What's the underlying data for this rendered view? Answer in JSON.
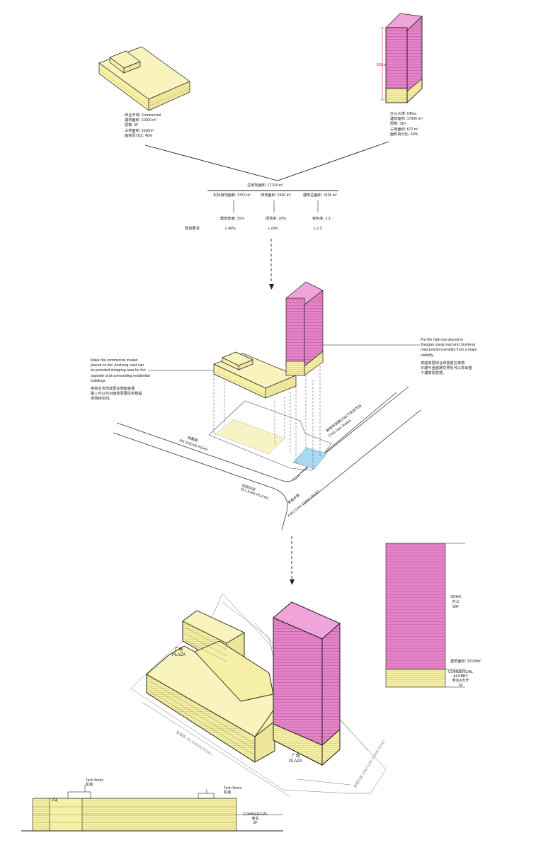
{
  "colors": {
    "commercial": "#f6f0a6",
    "office": "#e583c8",
    "green": "#f3f3c0",
    "shadow_blue": "#a9d9f1",
    "line": "#1f1f1f"
  },
  "step1": {
    "commercial": {
      "title": "商业市场: Commercial",
      "area": "建筑面积: 11000 m²",
      "floors": "层数: 4F",
      "land": "占地面积: 3100m²",
      "ratio": "面积百分比: 40%"
    },
    "office": {
      "height_label": "100m",
      "title": "办公大楼: Office",
      "area": "建筑面积: 17000 m²",
      "floors": "层数: 31F",
      "land": "占地面积: 672 m²",
      "ratio": "面积百分比: 60%"
    }
  },
  "stats": {
    "total": "总用地面积: 12104 m²",
    "cols": [
      {
        "top": "实际用地面积: 3762 m²",
        "mid": "建筑密度: 31%",
        "req": "≤ 40%"
      },
      {
        "top": "绿地面积: 2436 m²",
        "mid": "绿地率: 20%",
        "req": "≥ 20%"
      },
      {
        "top": "建筑总面积: 2436 m²",
        "mid": "容积率: 2.3",
        "req": "≤ 2.3"
      }
    ],
    "req_label": "规划要求:"
  },
  "step2": {
    "left_note_en": [
      "Make the commercial market",
      "placed on the Jinsheng road can",
      "be provided shopping area for the",
      "opposite and surrounding residential",
      "buildings."
    ],
    "left_note_cn": [
      "将商业市场放置在侧面金盛",
      "路上可以为对面和周围住宅楼提",
      "供购物空间。"
    ],
    "right_note_en": [
      "Put the high-rise placed in",
      "Xiaogan xiang road and Jinsheng",
      "road junction,benefits from a major",
      "visibility."
    ],
    "right_note_cn": [
      "将超高层综合体放置在孝感",
      "乡路与金盛路交界处可以突出整",
      "个建筑视觉感。"
    ],
    "road1_cn": "金盛路",
    "road1_en": "JIN SHENG ROAD",
    "road2_cn": "孝感乡路",
    "road2_en": "XIAO GAN XIANG ROAD",
    "station_cn": "麻城市城南CNG汽车加气站",
    "station_en": "CNG Gas Station",
    "district_cn": "杜鹃华府",
    "district_en": "DU JUAN HUA FU"
  },
  "step3": {
    "plaza1_cn": "广场",
    "plaza1_en": "PLAZA",
    "plaza2_cn": "广场",
    "plaza2_en": "PLAZA",
    "road1": "金盛路  JIN SHENG ROAD",
    "road2": "孝感乡路  XIAO GAN XIANG ROAD",
    "soho_lines": [
      "SOHO",
      "办公",
      "28F"
    ],
    "area": "建筑面积: 32169m²",
    "lobby_lines": [
      "COMMERCIAL",
      "&LOBBY",
      "商业&大厅",
      "3F"
    ]
  },
  "section": {
    "tech1_en": "Tech floors",
    "tech1_cn": "机房",
    "tech2_en": "Tech floors",
    "tech2_cn": "机房",
    "f4": "F4",
    "commercial": "COMMERCIAL",
    "commercial_cn": "商业",
    "commercial_floors": "3F"
  }
}
